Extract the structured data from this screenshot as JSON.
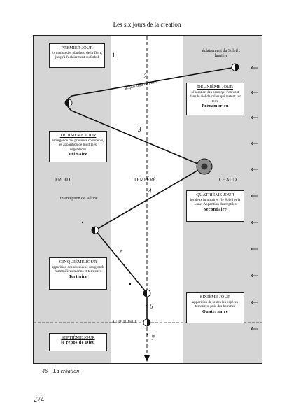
{
  "header": {
    "title": "Les six jours de la création"
  },
  "zones": {
    "cold": "FROID",
    "temperate": "TEMPÉRÉ",
    "hot": "CHAUD"
  },
  "days": [
    {
      "heading": "PREMIER JOUR",
      "text": "formation des planètes, de la Terre, jusqu'à l'éclairement du Soleil",
      "era": ""
    },
    {
      "heading": "DEUXIÈME JOUR",
      "text": "séparation des eaux qui s'en vont dans le ciel de celles qui restent sur terre",
      "era": "Précambrien"
    },
    {
      "heading": "TROISIÈME JOUR",
      "text": "émergence des premiers continents, et apparition de multiples végétations",
      "era": "Primaire"
    },
    {
      "heading": "QUATRIÈME JOUR",
      "text": "les deux luminaires : le Soleil et la Lune. Apparition des reptiles",
      "era": "Secondaire"
    },
    {
      "heading": "CINQUIÈME JOUR",
      "text": "apparition des oiseaux et des grands mammifères marins et terrestres",
      "era": "Tertiaire"
    },
    {
      "heading": "SIXIÈME JOUR",
      "text": "apparition de toutes les espèces terrestres, puis des hommes",
      "era": "Quaternaire"
    },
    {
      "heading": "SEPTIÈME JOUR",
      "text": "",
      "era": "le repos de Dieu"
    }
  ],
  "labels": {
    "sun_light": "éclairement du Soleil : lumière",
    "water": "acquisition de l'eau",
    "moon": "interception de la lune",
    "today": "AUJOURD'HUI"
  },
  "numbers": [
    "1",
    "2",
    "3",
    "4",
    "5",
    "6",
    "7"
  ],
  "footer": {
    "caption": "46 – La création",
    "page_number": "274"
  }
}
